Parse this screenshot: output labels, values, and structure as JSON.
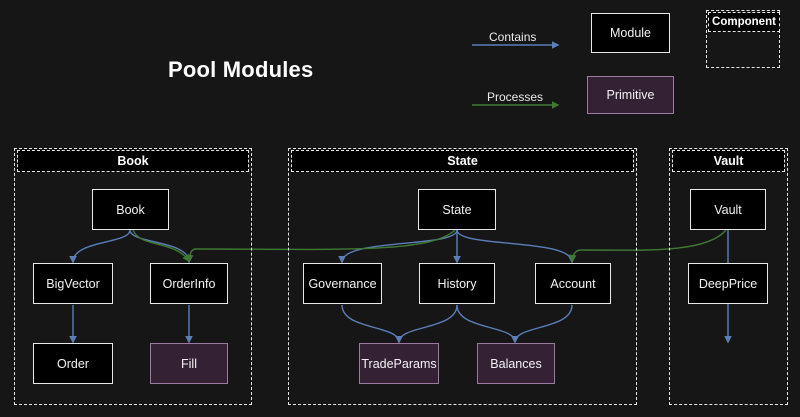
{
  "diagram": {
    "title": "Pool Modules",
    "background_color": "#161616"
  },
  "legend": {
    "contains_label": "Contains",
    "contains_color": "#5a7fb8",
    "processes_label": "Processes",
    "processes_color": "#3f7a33",
    "module_label": "Module",
    "module_fill": "#000000",
    "module_border": "#e8e8e8",
    "primitive_label": "Primitive",
    "primitive_fill": "#342234",
    "primitive_border": "#9b79a0",
    "component_label": "Component",
    "component_border": "#e6e6e6"
  },
  "groups": [
    {
      "id": "book",
      "label": "Book"
    },
    {
      "id": "state",
      "label": "State"
    },
    {
      "id": "vault",
      "label": "Vault"
    }
  ],
  "nodes": {
    "book_book": {
      "label": "Book",
      "kind": "module"
    },
    "book_bigvector": {
      "label": "BigVector",
      "kind": "module"
    },
    "book_orderinfo": {
      "label": "OrderInfo",
      "kind": "module"
    },
    "book_order": {
      "label": "Order",
      "kind": "module"
    },
    "book_fill": {
      "label": "Fill",
      "kind": "primitive"
    },
    "state_state": {
      "label": "State",
      "kind": "module"
    },
    "state_governance": {
      "label": "Governance",
      "kind": "module"
    },
    "state_history": {
      "label": "History",
      "kind": "module"
    },
    "state_account": {
      "label": "Account",
      "kind": "module"
    },
    "state_tradeparams": {
      "label": "TradeParams",
      "kind": "primitive"
    },
    "state_balances": {
      "label": "Balances",
      "kind": "primitive"
    },
    "vault_vault": {
      "label": "Vault",
      "kind": "module"
    },
    "vault_deepprice": {
      "label": "DeepPrice",
      "kind": "module"
    }
  },
  "edges": [
    {
      "from": "book_book",
      "to": "book_bigvector",
      "type": "contains"
    },
    {
      "from": "book_book",
      "to": "book_orderinfo",
      "type": "contains"
    },
    {
      "from": "book_bigvector",
      "to": "book_order",
      "type": "contains"
    },
    {
      "from": "book_orderinfo",
      "to": "book_fill",
      "type": "contains"
    },
    {
      "from": "state_state",
      "to": "state_governance",
      "type": "contains"
    },
    {
      "from": "state_state",
      "to": "state_history",
      "type": "contains"
    },
    {
      "from": "state_state",
      "to": "state_account",
      "type": "contains"
    },
    {
      "from": "state_governance",
      "to": "state_tradeparams",
      "type": "contains"
    },
    {
      "from": "state_history",
      "to": "state_tradeparams",
      "type": "contains"
    },
    {
      "from": "state_history",
      "to": "state_balances",
      "type": "contains"
    },
    {
      "from": "state_account",
      "to": "state_balances",
      "type": "contains"
    },
    {
      "from": "vault_vault",
      "to": "vault_deepprice",
      "type": "contains"
    },
    {
      "from": "book_book",
      "to": "book_orderinfo",
      "type": "processes"
    },
    {
      "from": "state_state",
      "to": "book_orderinfo",
      "type": "processes"
    },
    {
      "from": "vault_vault",
      "to": "state_account",
      "type": "processes"
    }
  ]
}
